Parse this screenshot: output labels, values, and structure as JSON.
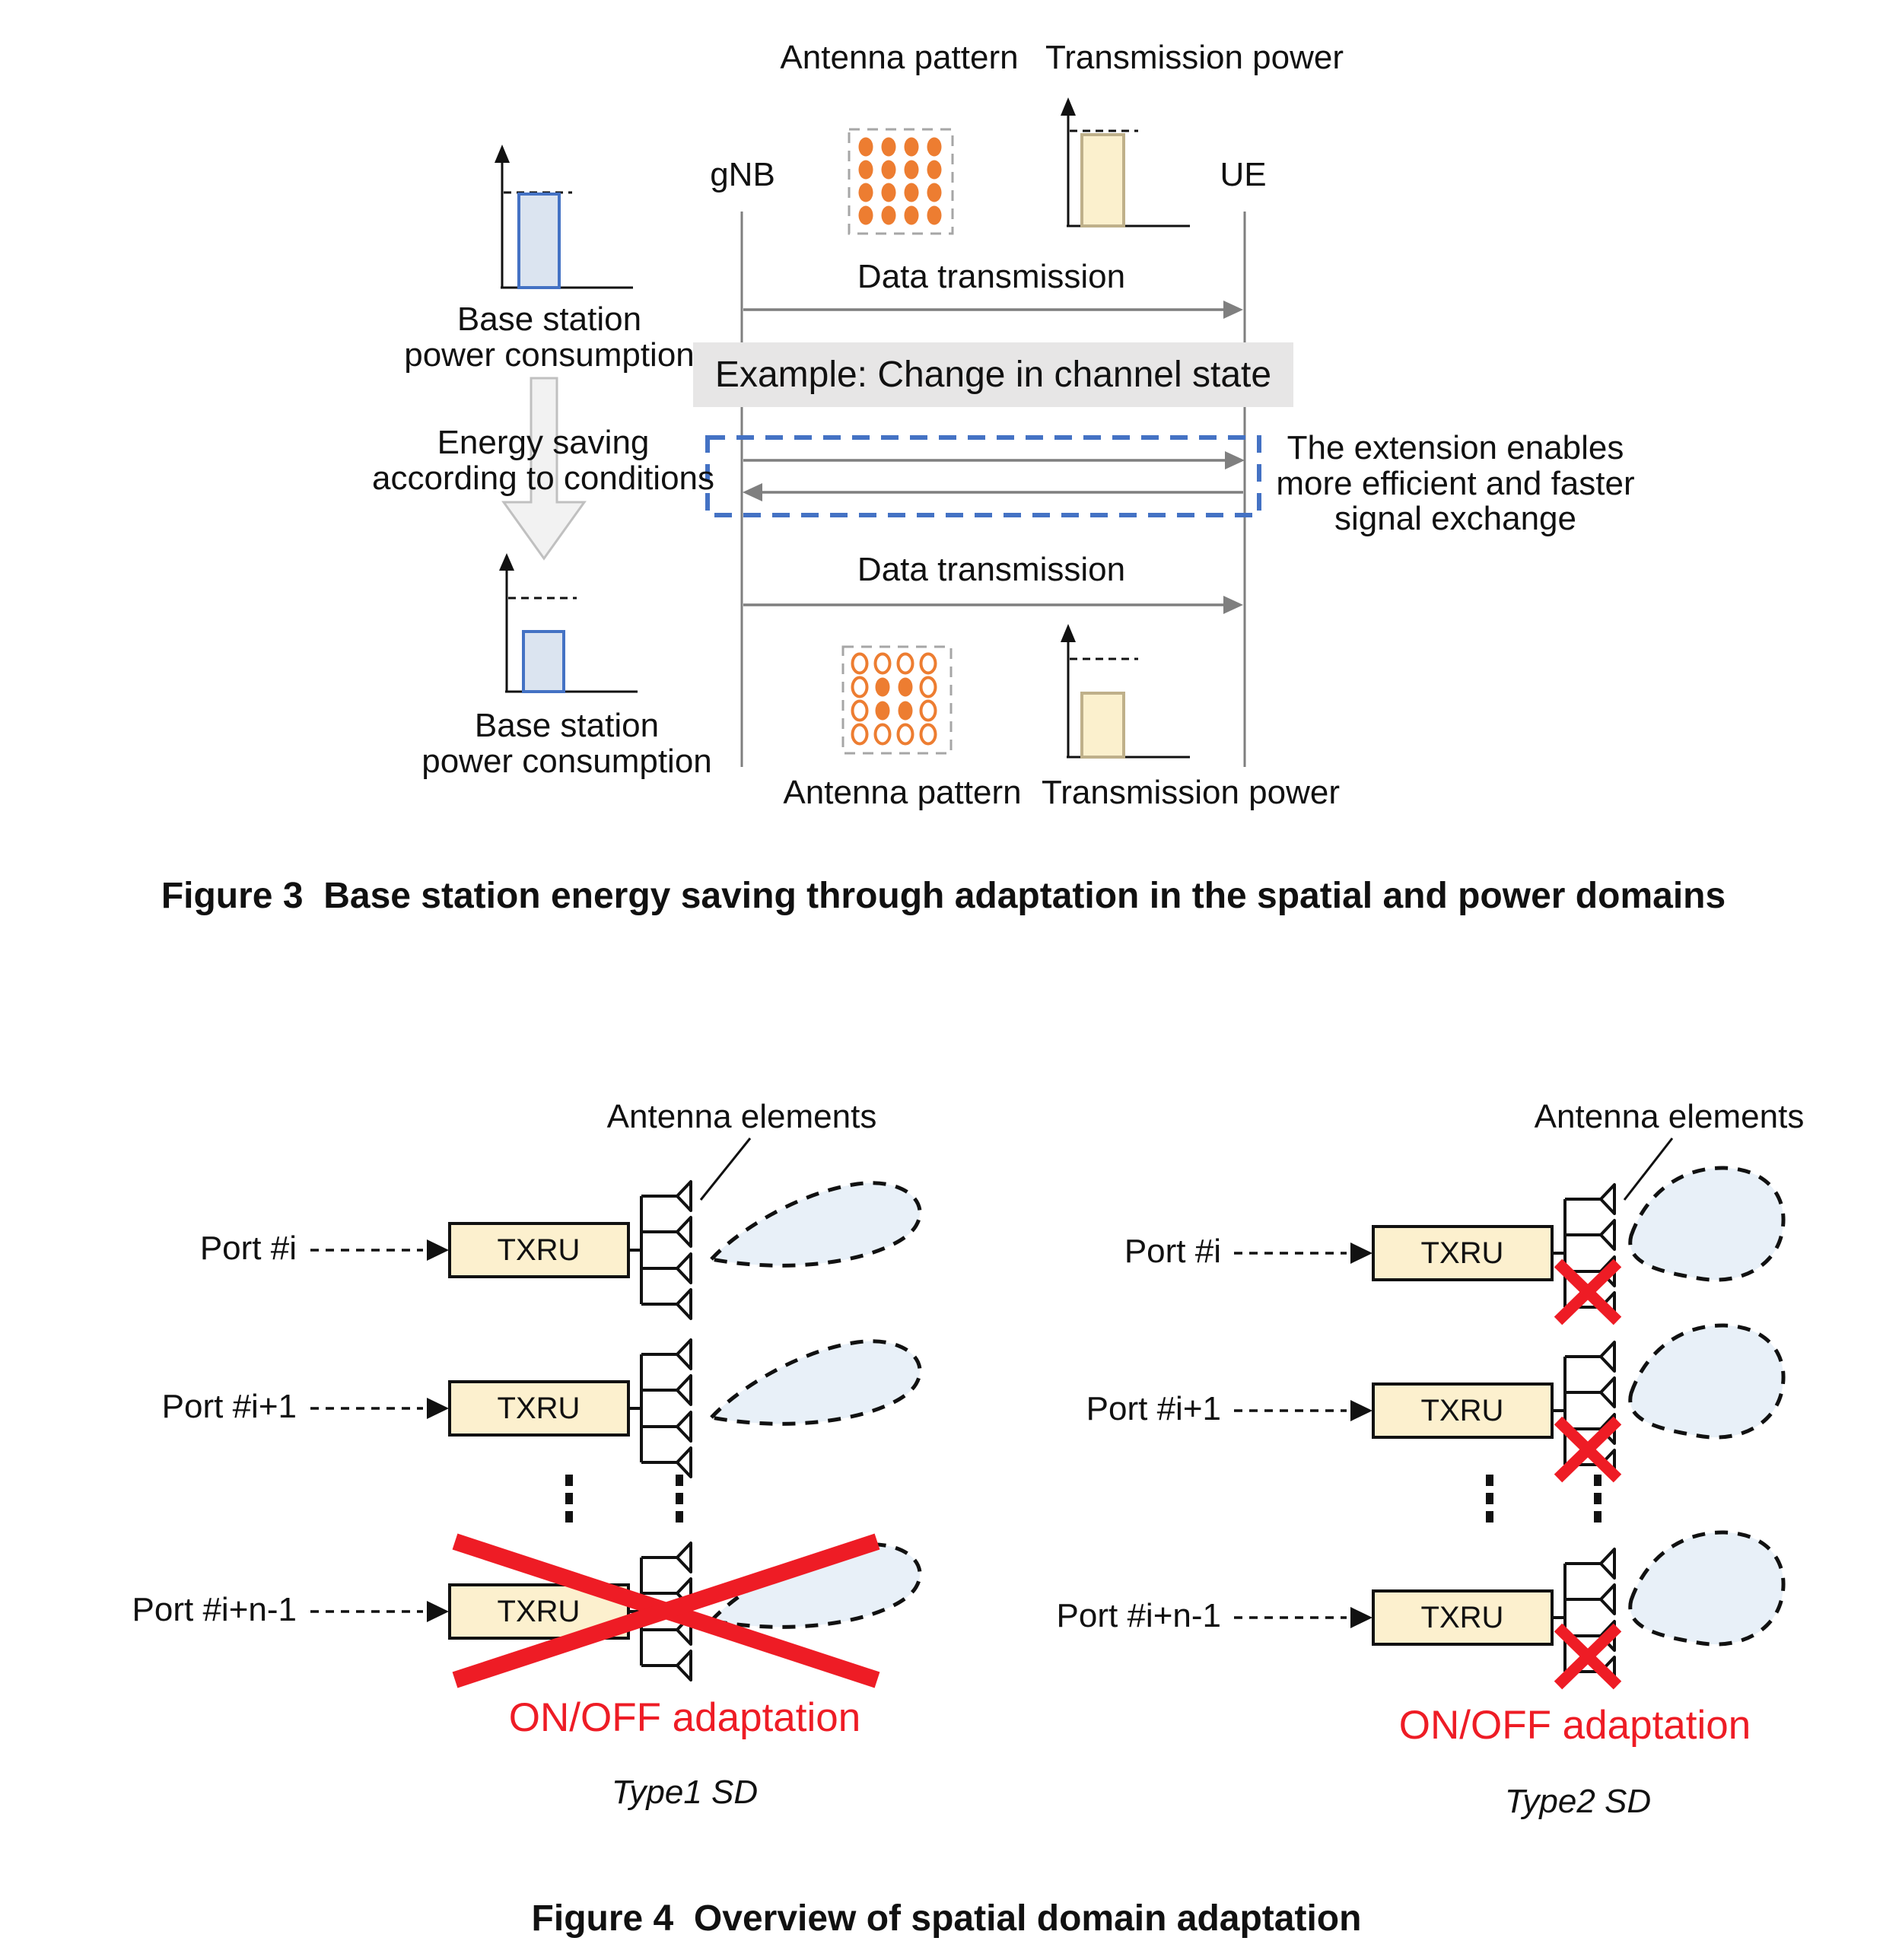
{
  "colors": {
    "orange": "#ED7D31",
    "blue-bar-fill": "#DBE4F0",
    "blue-bar-border": "#4472C4",
    "yellow-bar-fill": "#FBF0CD",
    "yellow-bar-border": "#BFB08A",
    "txru-fill": "#FCF0CE",
    "beam-fill": "#E8F0F8",
    "dashed-accent-blue": "#4472C4",
    "red": "#EE1C25",
    "line-gray": "#7F7F7F",
    "example-bg": "#E7E6E6",
    "big-arrow-fill": "#F2F2F2",
    "big-arrow-border": "#C0C0C0",
    "grid-border-gray": "#A6A6A6",
    "text": "#111111"
  },
  "figure3": {
    "antenna_pattern_label_top": "Antenna pattern",
    "transmission_power_label_top": "Transmission power",
    "gnb_label": "gNB",
    "ue_label": "UE",
    "base_station_power_line1": "Base station",
    "base_station_power_line2": "power consumption",
    "energy_saving_line1": "Energy saving",
    "energy_saving_line2": "according to conditions",
    "data_transmission_1": "Data transmission",
    "example_text": "Example: Change in channel state",
    "extension_note_line1": "The extension enables",
    "extension_note_line2": "more efficient and faster",
    "extension_note_line3": "signal exchange",
    "data_transmission_2": "Data transmission",
    "antenna_pattern_label_bottom": "Antenna pattern",
    "transmission_power_label_bottom": "Transmission power",
    "antenna_grid_top": {
      "rows": 4,
      "cols": 4,
      "filled": [
        [
          1,
          1,
          1,
          1
        ],
        [
          1,
          1,
          1,
          1
        ],
        [
          1,
          1,
          1,
          1
        ],
        [
          1,
          1,
          1,
          1
        ]
      ]
    },
    "antenna_grid_bottom": {
      "rows": 4,
      "cols": 4,
      "filled": [
        [
          0,
          0,
          0,
          0
        ],
        [
          0,
          1,
          1,
          0
        ],
        [
          0,
          1,
          1,
          0
        ],
        [
          0,
          0,
          0,
          0
        ]
      ]
    },
    "caption": "Figure 3  Base station energy saving through adaptation in the spatial and power domains"
  },
  "figure4": {
    "antenna_elements_label": "Antenna elements",
    "ports": [
      "Port #i",
      "Port #i+1",
      "Port #i+n-1"
    ],
    "txru_label": "TXRU",
    "onoff_label": "ON/OFF adaptation",
    "type1_label": "Type1 SD",
    "type2_label": "Type2 SD",
    "caption": "Figure 4  Overview of spatial domain adaptation"
  }
}
